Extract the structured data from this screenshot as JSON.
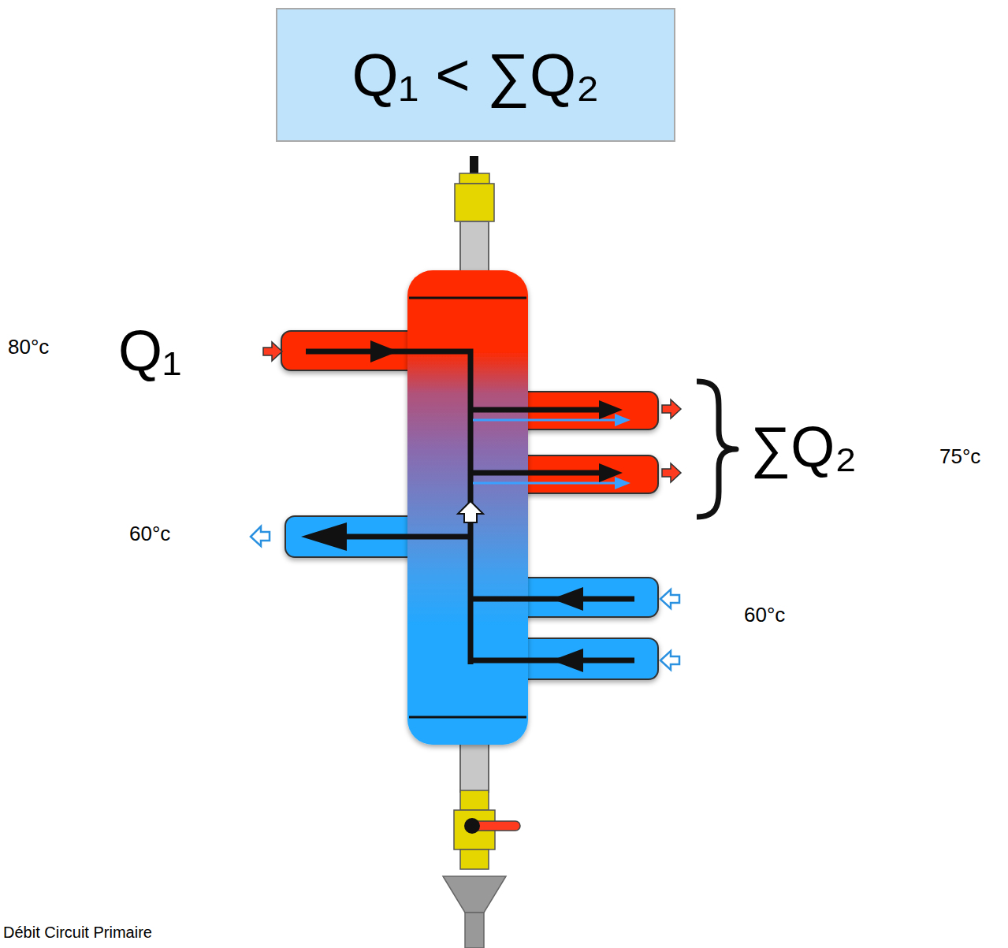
{
  "diagram": {
    "nodes": [
      {
        "text": [
          "Q₁ < ∑Q₂"
        ]
      }
    ],
    "labels": [
      "80°c",
      "Q₁",
      "∑Q₂",
      "75°c",
      "60°c",
      "60°c",
      "Débit Circuit Primaire"
    ]
  }
}
